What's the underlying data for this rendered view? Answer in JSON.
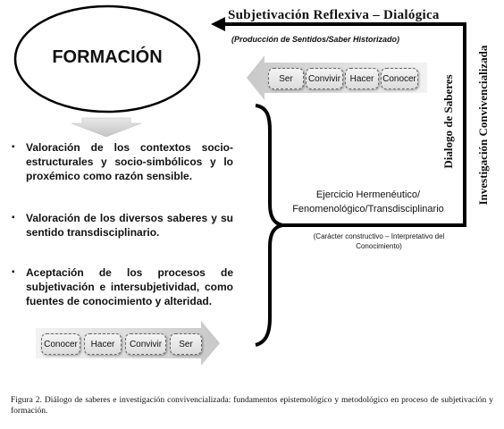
{
  "oval_title": "FORMACIÓN",
  "top_flow": {
    "title": "Subjetivación Reflexiva – Dialógica",
    "subtitle": "(Producción de Sentidos/Saber Historizado)"
  },
  "vertical_labels": {
    "dialogo": "Dialogo de Saberes",
    "investigacion": "Investigación Convivencializada"
  },
  "top_steps": [
    "Ser",
    "Convivir",
    "Hacer",
    "Conocer"
  ],
  "bottom_steps": [
    "Conocer",
    "Hacer",
    "Convivir",
    "Ser"
  ],
  "bullets": [
    "Valoración de los contextos socio-estructurales y socio-simbólicos y lo proxémico como razón sensible.",
    "Valoración de los diversos saberes y su sentido transdisciplinario.",
    "Aceptación de los procesos de subjetivación e intersubjetividad, como fuentes de conocimiento y alteridad."
  ],
  "bullet_marker": "▪",
  "exercise": {
    "line1": "Ejercicio Hermenéutico/",
    "line2": "Fenomenológico/Transdisciplinario"
  },
  "character": {
    "line1": "(Carácter constructivo – Interpretativo del",
    "line2": "Conocimiento)"
  },
  "caption": "Figura 2. Diálogo de saberes e investigación convivencializada: fundamentos epistemológico y metodológico en proceso de subjetivación y formación."
}
